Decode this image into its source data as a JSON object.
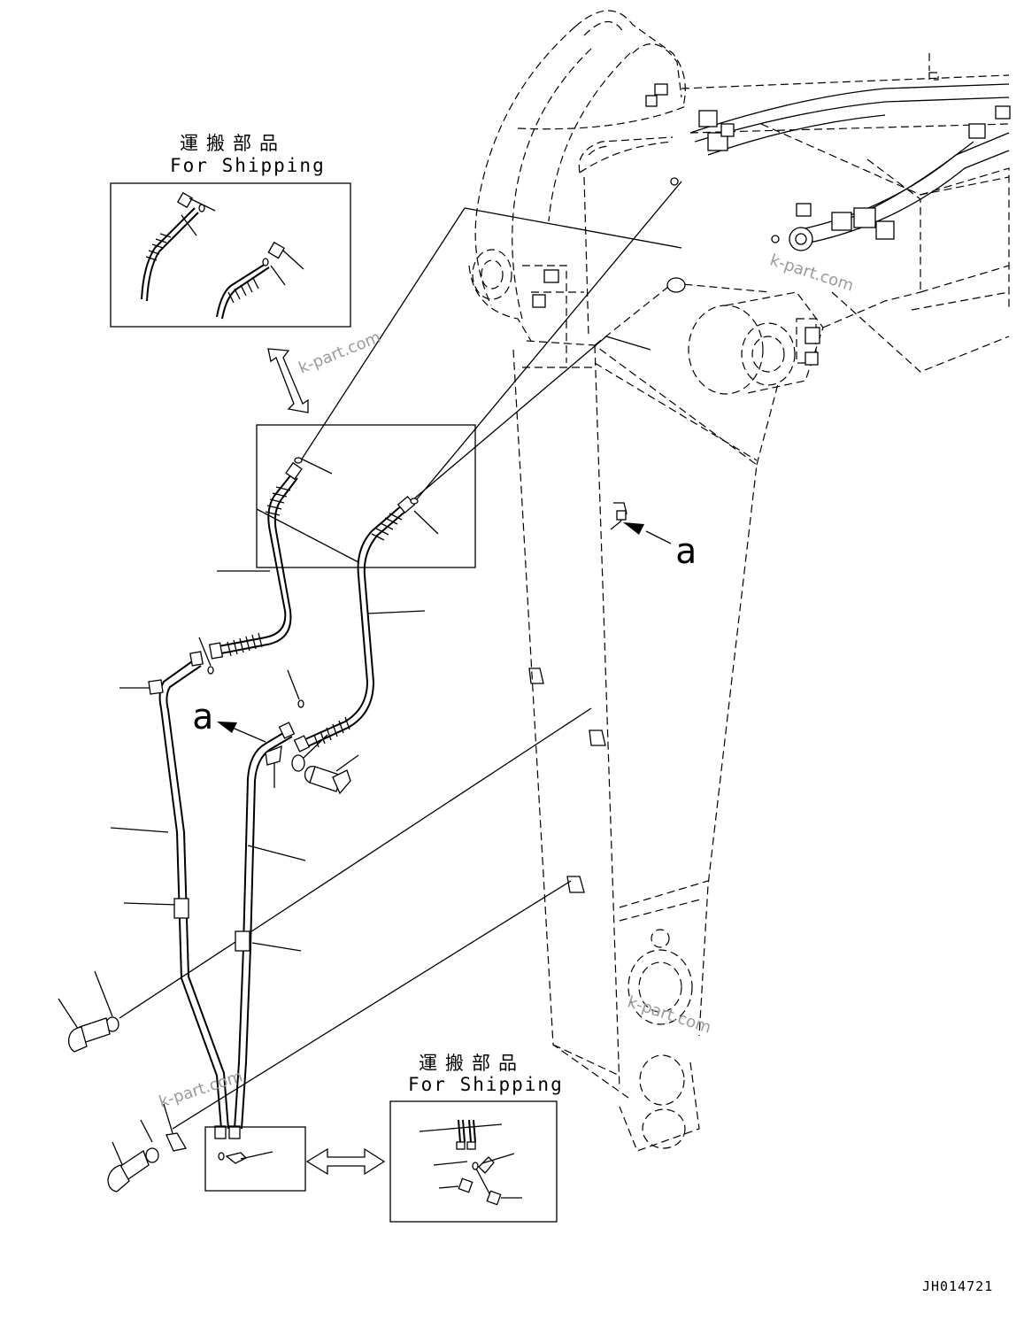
{
  "labels": {
    "shipping_top_jp": "運搬部品",
    "shipping_top_en": "For Shipping",
    "shipping_bottom_jp": "運搬部品",
    "shipping_bottom_en": "For Shipping",
    "callout_left": "a",
    "callout_right": "a",
    "drawing_number": "JH014721"
  },
  "watermarks": [
    "k-part.com",
    "k-part.com",
    "k-part.com",
    "k-part.com"
  ]
}
